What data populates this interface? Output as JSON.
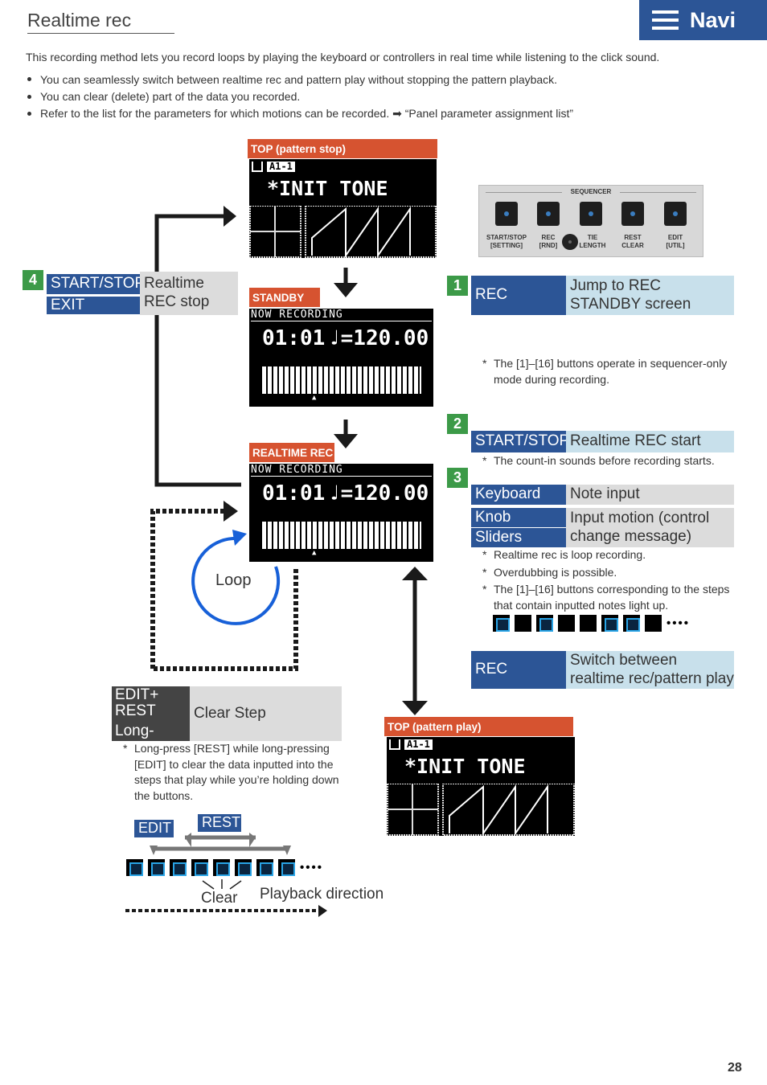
{
  "header": {
    "title": "Realtime rec",
    "navi_label": "Navi"
  },
  "intro": "This recording method lets you record loops by playing the keyboard or controllers in real time while listening to the click sound.",
  "bullets": [
    "You can seamlessly switch between realtime rec and pattern play without stopping the pattern playback.",
    "You can clear (delete) part of the data you recorded.",
    "Refer to the list for the parameters for which motions can be recorded. ➡ “Panel parameter assignment list”"
  ],
  "screens": {
    "top_stop": {
      "tag": "TOP (pattern stop)",
      "pattern": "A1-1",
      "tone": "*INIT TONE"
    },
    "standby": {
      "tag": "STANDBY",
      "status": "NOW RECORDING",
      "measure": "01:01",
      "tempo": "♩=120.00"
    },
    "realtime": {
      "tag": "REALTIME REC",
      "status": "NOW RECORDING",
      "measure": "01:01",
      "tempo": "♩=120.00"
    },
    "top_play": {
      "tag": "TOP (pattern play)",
      "pattern": "A1-1",
      "tone": "*INIT TONE"
    }
  },
  "sequencer_panel": {
    "title": "SEQUENCER",
    "labels": {
      "start_stop": "START/STOP",
      "start_stop_sub": "[SETTING]",
      "rec": "REC",
      "rec_sub": "[RND]",
      "tie": "TIE",
      "tie_sub": "LENGTH",
      "rest": "REST",
      "rest_sub": "CLEAR",
      "edit": "EDIT",
      "edit_sub": "[UTIL]"
    }
  },
  "step1": {
    "num": "1",
    "key": "REC",
    "desc": "Jump to REC STANDBY screen",
    "note": "The [1]–[16] buttons operate in sequencer-only mode during recording."
  },
  "step2": {
    "num": "2",
    "key": "START/STOP",
    "desc": "Realtime REC start",
    "note": "The count-in sounds before recording starts."
  },
  "step3": {
    "num": "3",
    "rows": [
      {
        "key": "Keyboard",
        "desc": "Note input"
      },
      {
        "key": "Knob",
        "key2": "Sliders",
        "desc": "Input motion (control change message)"
      }
    ],
    "notes": [
      "Realtime rec is loop recording.",
      "Overdubbing is possible.",
      "The [1]–[16] buttons corresponding to the steps that contain inputted notes light up."
    ],
    "steps_lit": [
      true,
      false,
      true,
      false,
      false,
      true,
      true,
      false
    ]
  },
  "rec_toggle": {
    "key": "REC",
    "desc": "Switch between realtime rec/pattern play"
  },
  "step4": {
    "num": "4",
    "key1": "START/STOP",
    "key2": "EXIT",
    "desc": "Realtime REC stop"
  },
  "loop_label": "Loop",
  "clear_step": {
    "key1": "EDIT+",
    "key2": "REST",
    "key3": "Long-press",
    "desc": "Clear Step",
    "note": "Long-press [REST] while long-pressing [EDIT] to clear the data inputted into the steps that play while you’re holding down the buttons.",
    "edit_label": "EDIT",
    "rest_label": "REST",
    "clear_label": "Clear",
    "direction_label": "Playback direction",
    "steps_lit": [
      true,
      true,
      true,
      true,
      true,
      true,
      true,
      true
    ]
  },
  "page_number": "28",
  "colors": {
    "blue": "#2c5596",
    "light_blue": "#c8e0eb",
    "orange": "#d65330",
    "green": "#3c9a48",
    "gray": "#dcdcdc",
    "led": "#29a4e6"
  }
}
